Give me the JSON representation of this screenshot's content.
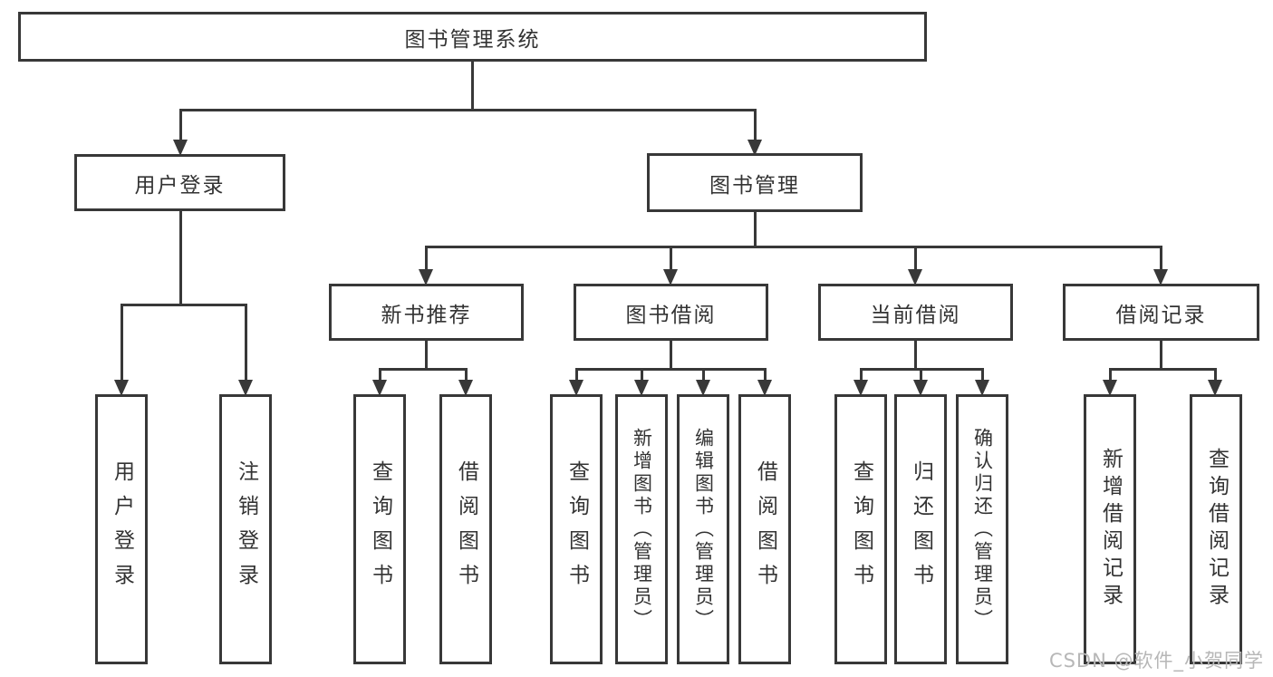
{
  "tree": {
    "label": "图书管理系统",
    "children": [
      {
        "label": "用户登录",
        "children": [
          {
            "label": "用户登录"
          },
          {
            "label": "注销登录"
          }
        ]
      },
      {
        "label": "图书管理",
        "children": [
          {
            "label": "新书推荐",
            "children": [
              {
                "label": "查询图书"
              },
              {
                "label": "借阅图书"
              }
            ]
          },
          {
            "label": "图书借阅",
            "children": [
              {
                "label": "查询图书"
              },
              {
                "label": "新增图书（管理员）"
              },
              {
                "label": "编辑图书（管理员）"
              },
              {
                "label": "借阅图书"
              }
            ]
          },
          {
            "label": "当前借阅",
            "children": [
              {
                "label": "查询图书"
              },
              {
                "label": "归还图书"
              },
              {
                "label": "确认归还（管理员）"
              }
            ]
          },
          {
            "label": "借阅记录",
            "children": [
              {
                "label": "新增借阅记录"
              },
              {
                "label": "查询借阅记录"
              }
            ]
          }
        ]
      }
    ]
  },
  "watermark": {
    "text": "CSDN @软件_小贺同学"
  },
  "colors": {
    "line": "#383838",
    "text": "#333333",
    "background": "#ffffff",
    "watermark": "#b7b7b7"
  }
}
